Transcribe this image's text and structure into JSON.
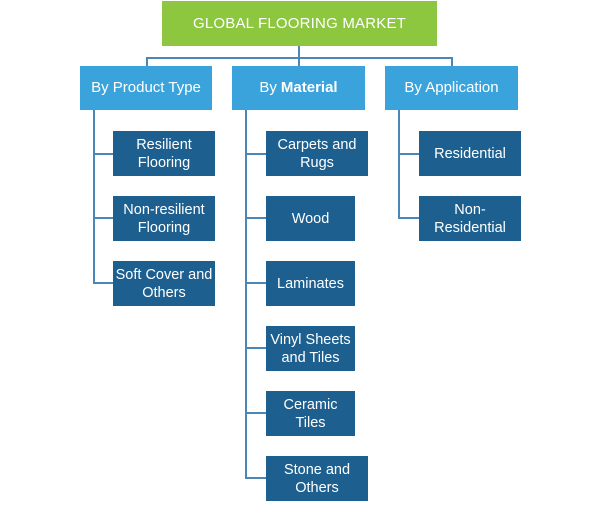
{
  "title": "GLOBAL FLOORING MARKET",
  "categories": [
    {
      "label": "By Product Type",
      "items": [
        "Resilient\nFlooring",
        "Non-resilient\nFlooring",
        "Soft Cover and\nOthers"
      ]
    },
    {
      "label_prefix": "By",
      "label_bold": "Material",
      "items": [
        "Carpets and\nRugs",
        "Wood",
        "Laminates",
        "Vinyl Sheets\nand Tiles",
        "Ceramic Tiles",
        "Stone and\nOthers"
      ]
    },
    {
      "label": "By Application",
      "items": [
        "Residential",
        "Non-\nResidential"
      ]
    }
  ],
  "colors": {
    "root": "#8dc63f",
    "category": "#3ba3dc",
    "leaf": "#1d5f8f",
    "connector": "#4a86b6"
  }
}
